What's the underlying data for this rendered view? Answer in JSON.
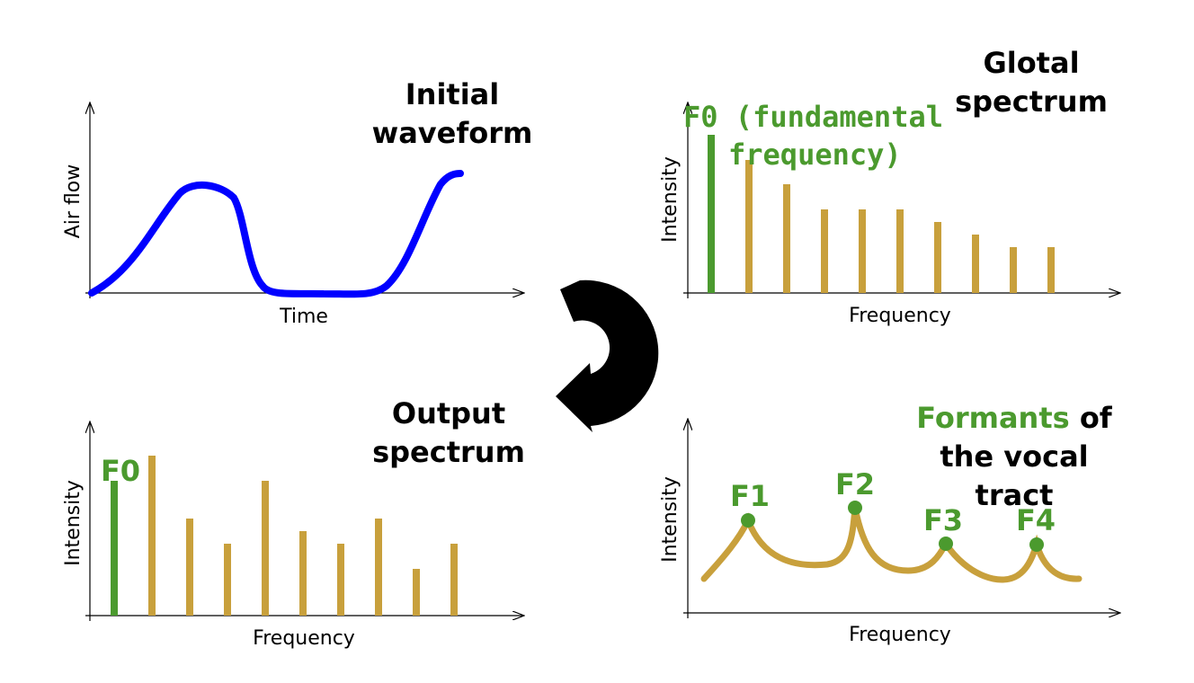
{
  "colors": {
    "accent_green": "#4b9a2e",
    "harmonic_gold": "#c8a03c",
    "waveform_blue": "#0000ff",
    "arrow_black": "#000000"
  },
  "panels": {
    "waveform": {
      "title_line1": "Initial",
      "title_line2": "waveform",
      "xlabel": "Time",
      "ylabel": "Air flow"
    },
    "glottal": {
      "title_line1": "Glotal",
      "title_line2": "spectrum",
      "f0_line1": "F0 (fundamental",
      "f0_line2": "frequency)",
      "xlabel": "Frequency",
      "ylabel": "Intensity"
    },
    "formants": {
      "title_word1": "Formants",
      "title_word2": "of",
      "title_line2": "the vocal",
      "title_line3": "tract",
      "labels": [
        "F1",
        "F2",
        "F3",
        "F4"
      ],
      "xlabel": "Frequency",
      "ylabel": "Intensity"
    },
    "output": {
      "title_line1": "Output",
      "title_line2": "spectrum",
      "f0_label": "F0",
      "xlabel": "Frequency",
      "ylabel": "Intensity"
    }
  },
  "cycle_arrow_icon": "clockwise-circular-arrow-icon"
}
